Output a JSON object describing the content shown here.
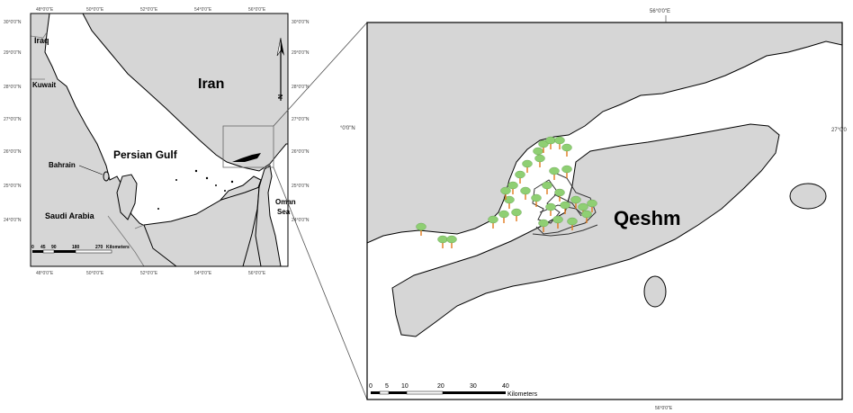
{
  "colors": {
    "land": "#d6d6d6",
    "water": "#ffffff",
    "border": "#000000",
    "mangrove_canopy": "#8fcf73",
    "mangrove_trunk": "#e07a1e"
  },
  "overview_map": {
    "labels": {
      "iraq": "Iraq",
      "kuwait": "Kuwait",
      "iran": "Iran",
      "persian_gulf": "Persian Gulf",
      "bahrain": "Bahrain",
      "saudi_arabia": "Saudi Arabia",
      "oman_sea_1": "Oman",
      "oman_sea_2": "Sea"
    },
    "top_ticks": [
      "48°0'0\"E",
      "50°0'0\"E",
      "52°0'0\"E",
      "54°0'0\"E",
      "56°0'0\"E"
    ],
    "bottom_ticks": [
      "48°0'0\"E",
      "50°0'0\"E",
      "52°0'0\"E",
      "54°0'0\"E",
      "56°0'0\"E"
    ],
    "left_ticks": [
      "30°0'0\"N",
      "29°0'0\"N",
      "28°0'0\"N",
      "27°0'0\"N",
      "26°0'0\"N",
      "25°0'0\"N",
      "24°0'0\"N"
    ],
    "right_ticks": [
      "30°0'0\"N",
      "29°0'0\"N",
      "28°0'0\"N",
      "27°0'0\"N",
      "26°0'0\"N",
      "25°0'0\"N",
      "24°0'0\"N"
    ],
    "north_label": "N",
    "scale_bar": {
      "ticks": [
        "0",
        "45",
        "90",
        "180",
        "270"
      ],
      "unit": "Kilometers"
    }
  },
  "detail_map": {
    "island_label": "Qeshm",
    "top_tick": "56°0'0\"E",
    "bottom_tick": "56°0'0\"E",
    "left_tick": "°0'0\"N",
    "right_tick": "27°0'0",
    "scale_bar": {
      "ticks": [
        "0",
        "5",
        "10",
        "20",
        "30",
        "40"
      ],
      "unit": "Kilometers"
    }
  }
}
